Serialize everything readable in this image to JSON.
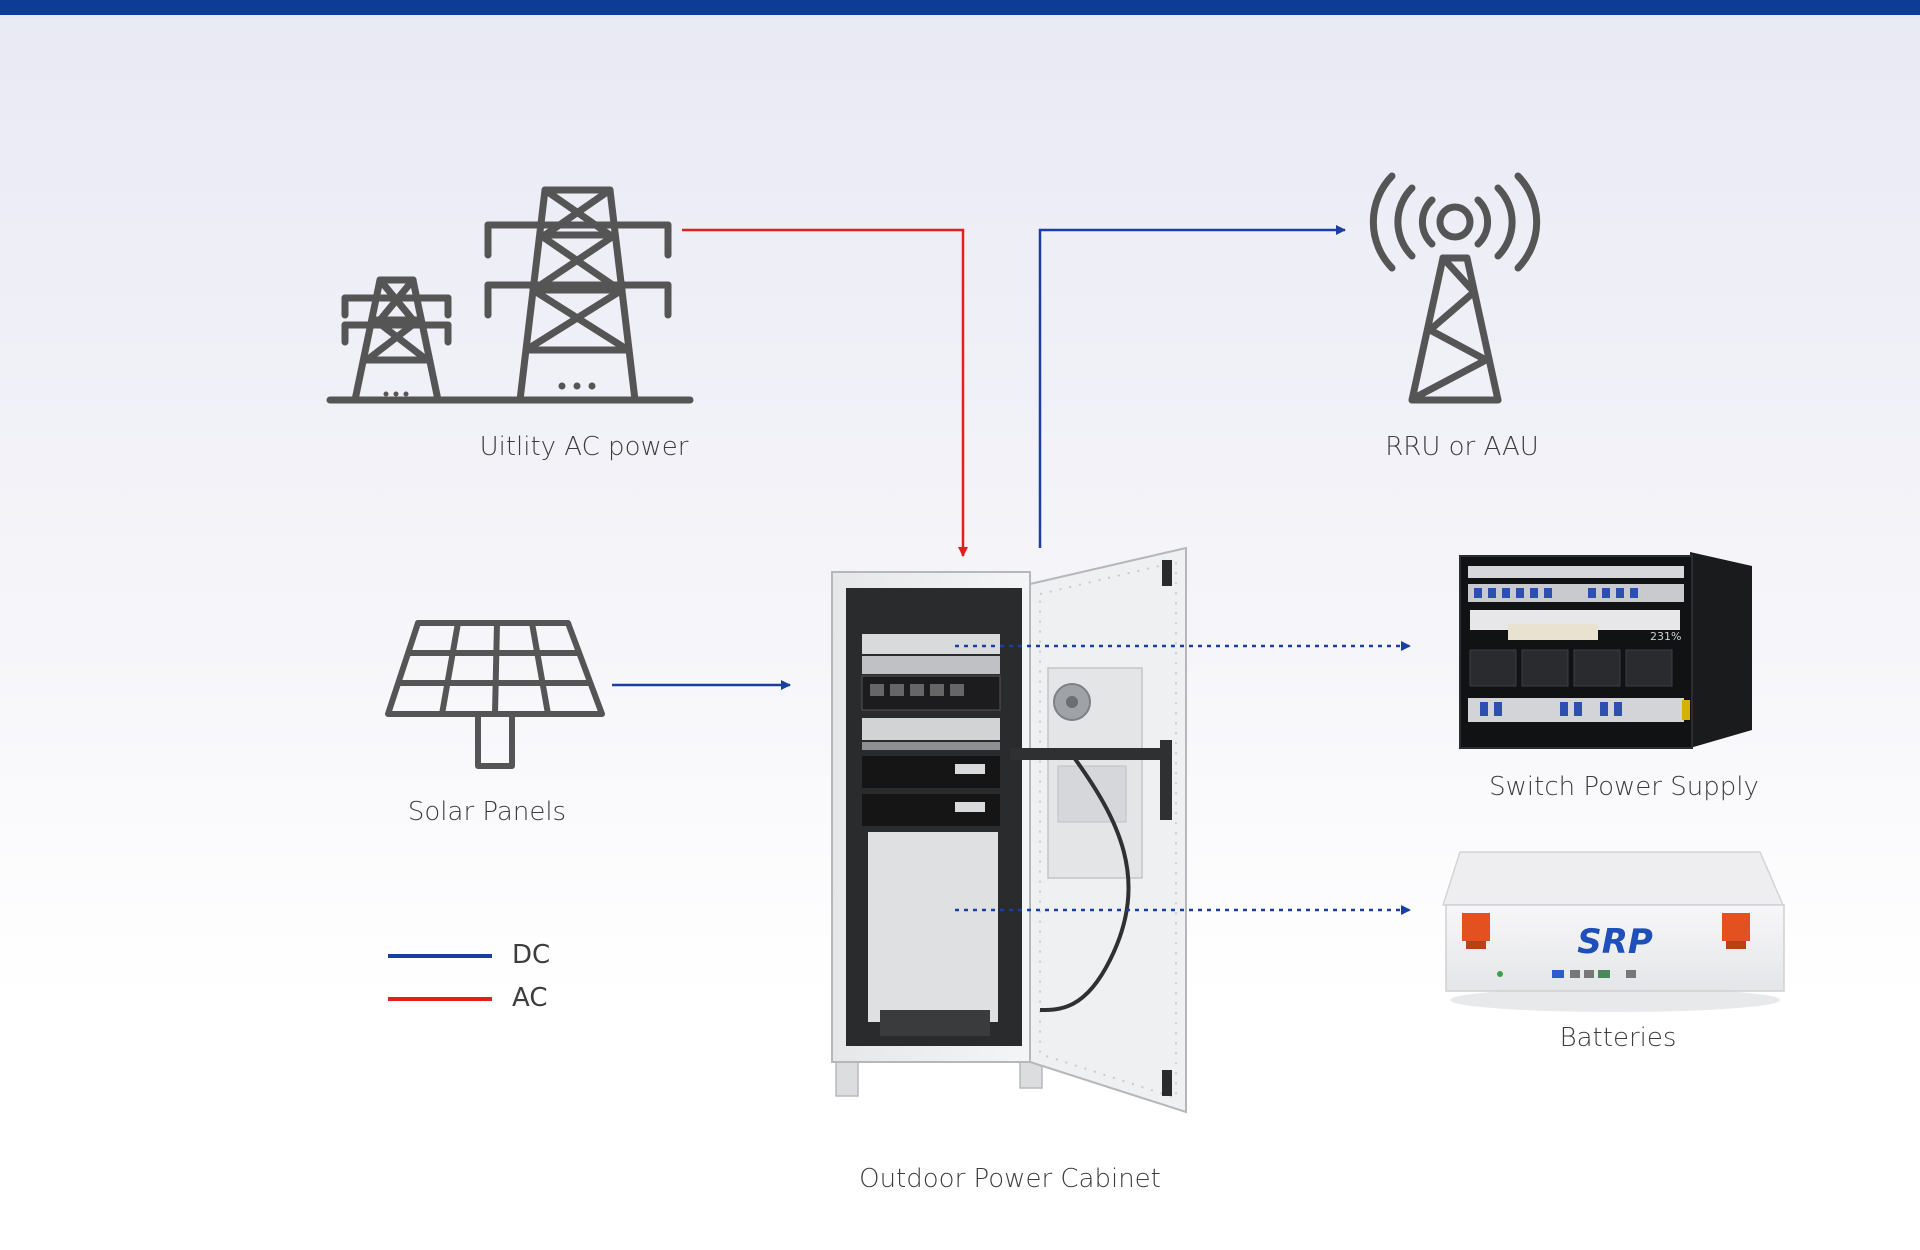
{
  "colors": {
    "topbar": "#0d3c96",
    "dc_line": "#1a3fa0",
    "ac_line": "#e0201c",
    "icon_gray": "#555555",
    "label_text": "#3d3d3d",
    "brand_blue": "#1f4fb8",
    "terminal_orange": "#e2511f"
  },
  "nodes": {
    "utility": {
      "label": "Uitlity AC power",
      "icon": "power-transmission-towers-icon"
    },
    "rru": {
      "label": "RRU or AAU",
      "icon": "antenna-tower-icon"
    },
    "solar": {
      "label": "Solar Panels",
      "icon": "solar-panel-icon"
    },
    "cabinet": {
      "label": "Outdoor Power Cabinet",
      "icon": "outdoor-cabinet-image"
    },
    "switch_power": {
      "label": "Switch Power Supply",
      "icon": "rack-power-supply-image",
      "display": "231%"
    },
    "batteries": {
      "label": "Batteries",
      "icon": "battery-module-image",
      "brand": "SRP"
    }
  },
  "connections": [
    {
      "from": "utility",
      "to": "cabinet",
      "type": "AC",
      "style": "solid"
    },
    {
      "from": "cabinet",
      "to": "rru",
      "type": "DC",
      "style": "solid"
    },
    {
      "from": "solar",
      "to": "cabinet",
      "type": "DC",
      "style": "solid"
    },
    {
      "from": "cabinet",
      "to": "switch_power",
      "type": "DC",
      "style": "dotted"
    },
    {
      "from": "cabinet",
      "to": "batteries",
      "type": "DC",
      "style": "dotted"
    }
  ],
  "legend": [
    {
      "label": "DC",
      "color": "#1a3fa0"
    },
    {
      "label": "AC",
      "color": "#e0201c"
    }
  ]
}
